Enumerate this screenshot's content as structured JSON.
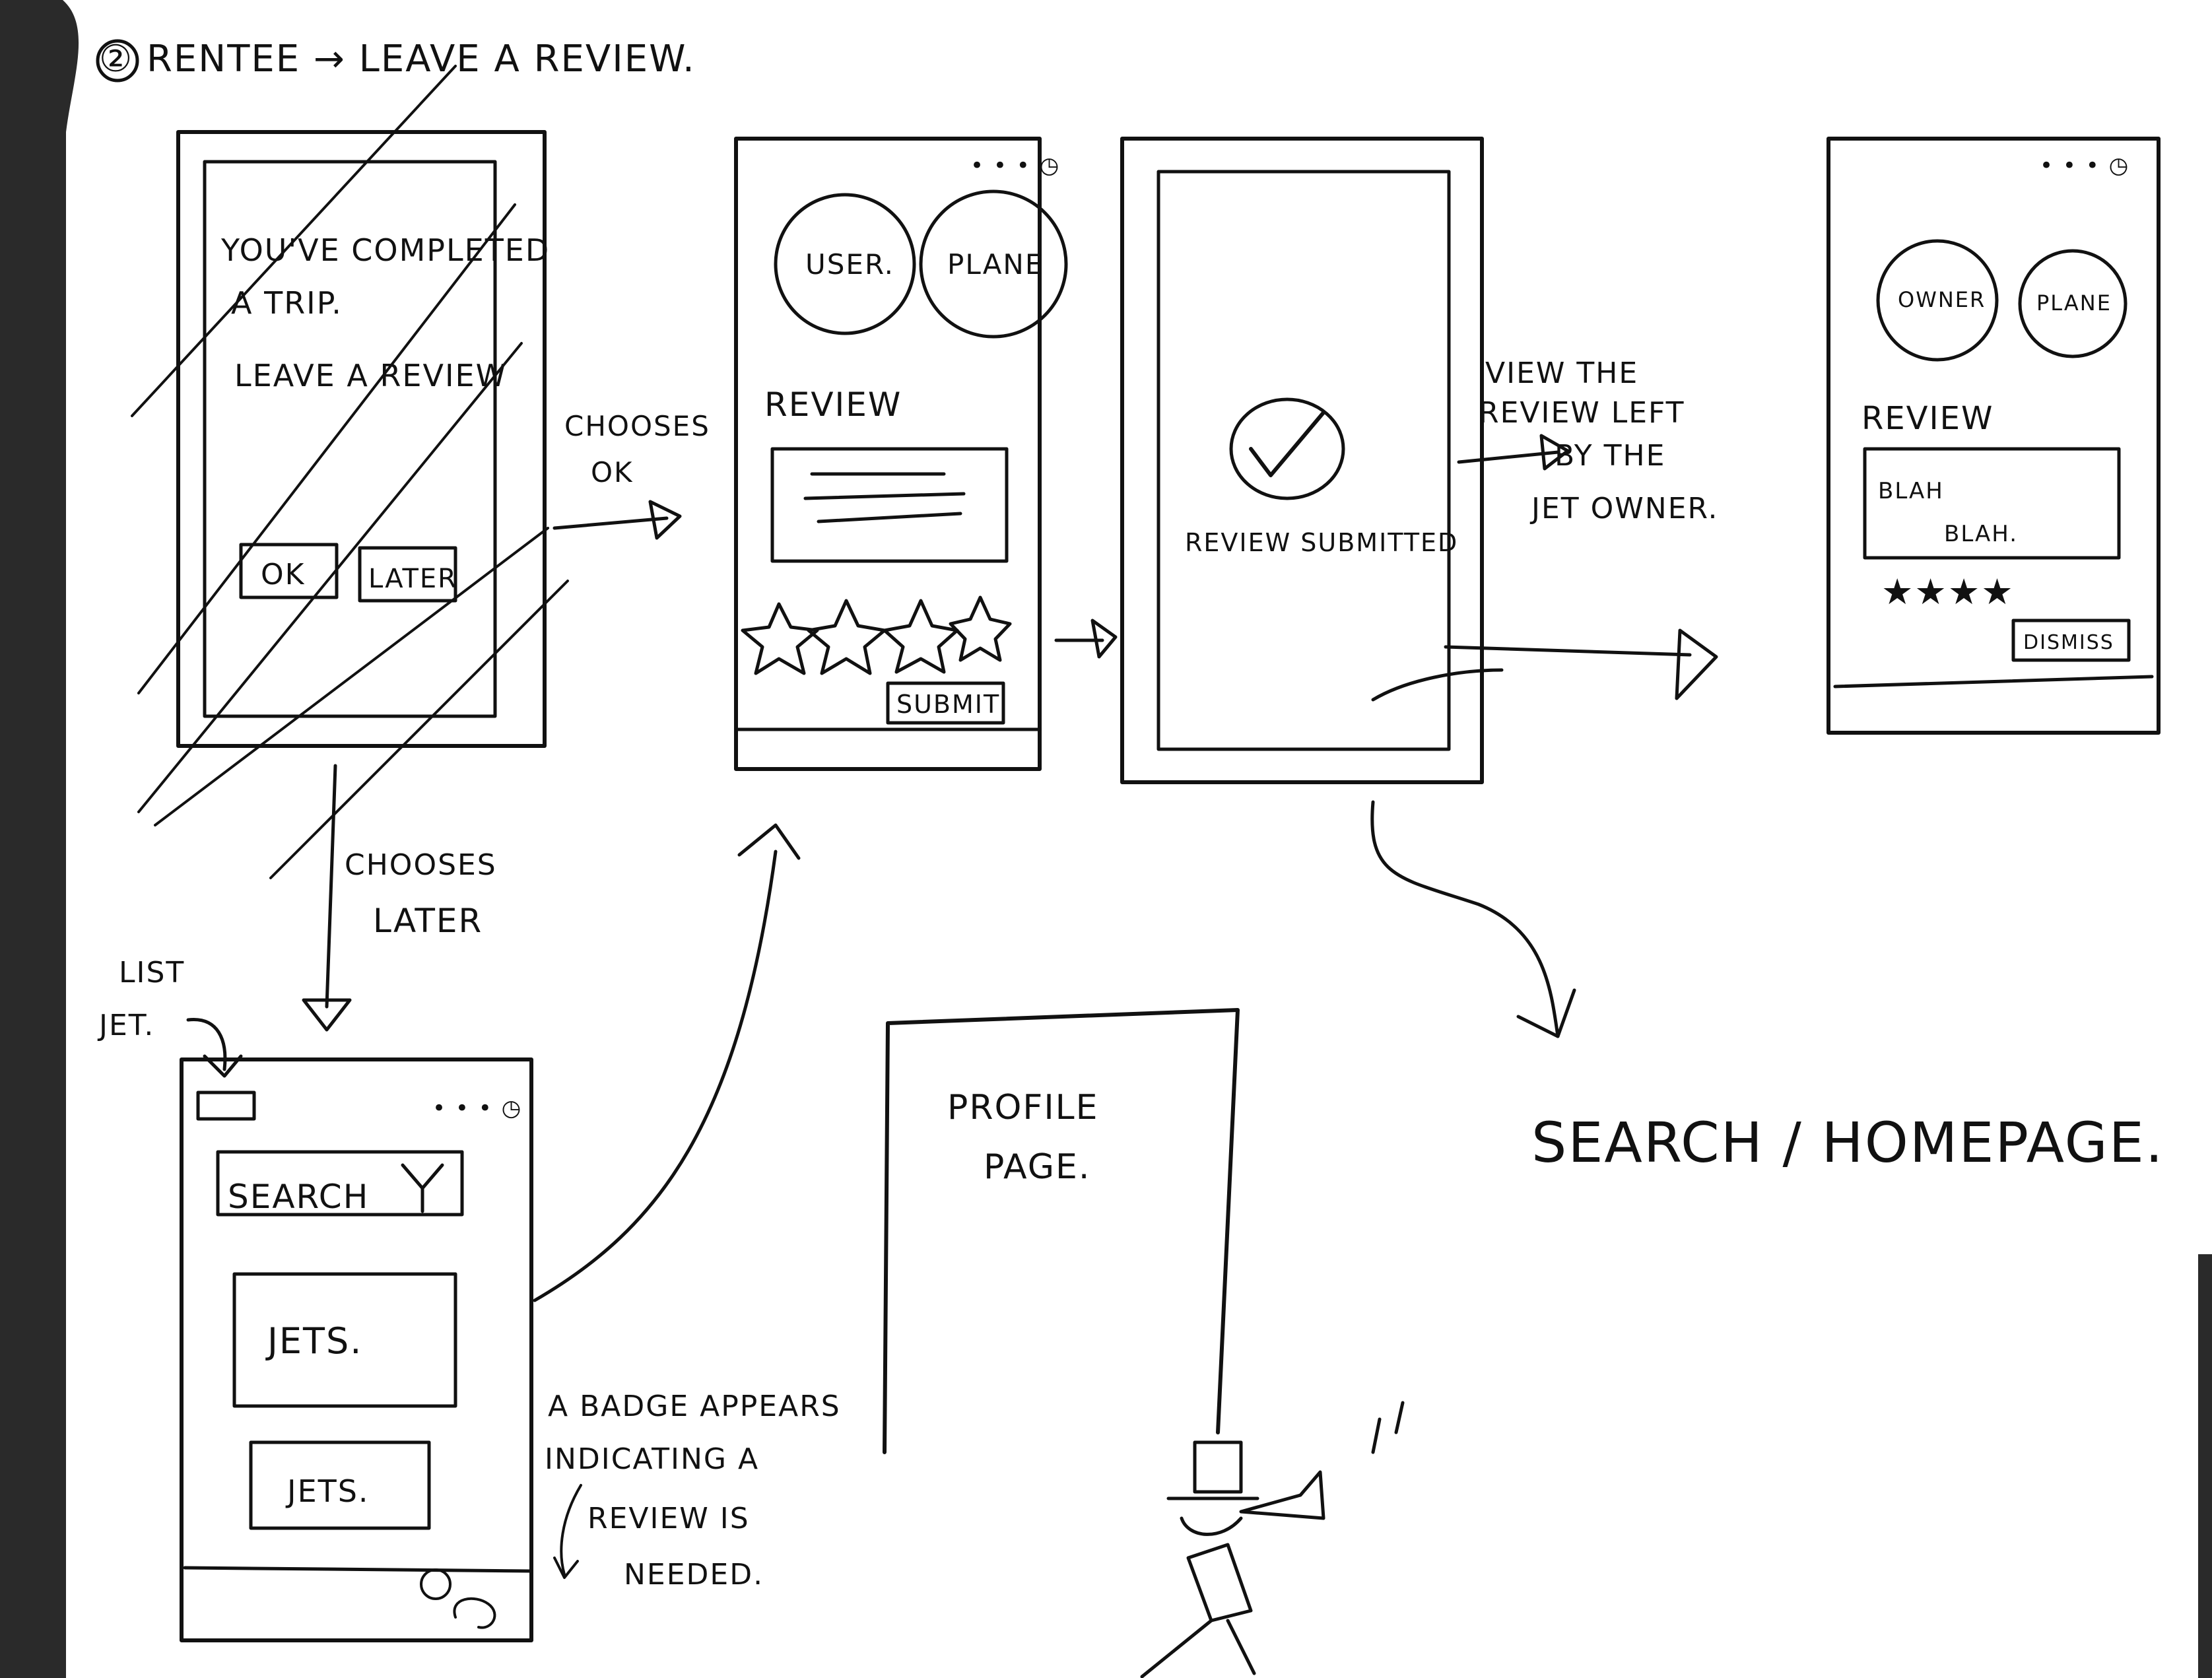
{
  "title": "② RENTEE → LEAVE A REVIEW.",
  "screen1": {
    "line1": "YOU'VE COMPLETED",
    "line2": "A TRIP.",
    "line3": "LEAVE A REVIEW",
    "ok": "OK",
    "later": "LATER"
  },
  "annot_ok": [
    "CHOOSES",
    "OK"
  ],
  "annot_later": [
    "CHOOSES",
    "LATER"
  ],
  "screen2": {
    "menu": "• • • ◷",
    "user": "USER.",
    "plane": "PLANE",
    "review": "REVIEW",
    "submit": "SUBMIT"
  },
  "screen3": {
    "text": "REVIEW SUBMITTED"
  },
  "annot_view": [
    "VIEW THE",
    "REVIEW LEFT",
    "BY THE",
    "JET OWNER."
  ],
  "screen4": {
    "menu": "• • • ◷",
    "owner": "OWNER",
    "plane": "PLANE",
    "review": "REVIEW",
    "blah1": "BLAH",
    "blah2": "BLAH.",
    "stars": "★★★★",
    "dismiss": "DISMISS"
  },
  "annot_list": [
    "LIST",
    "JET."
  ],
  "screen5": {
    "menu": "• • • ◷",
    "search": "SEARCH",
    "jets1": "JETS.",
    "jets2": "JETS."
  },
  "annot_badge": [
    "A BADGE APPEARS",
    "INDICATING A",
    "REVIEW IS",
    "NEEDED."
  ],
  "profile": [
    "PROFILE",
    "PAGE."
  ],
  "search_home": "SEARCH / HOMEPAGE."
}
